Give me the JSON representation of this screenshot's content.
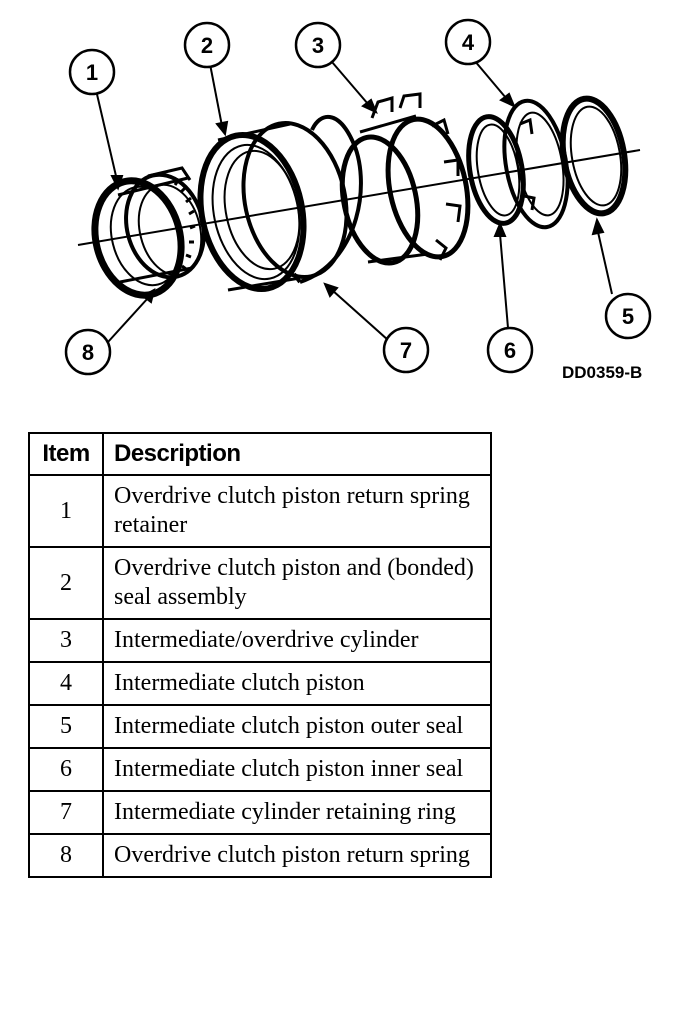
{
  "figure": {
    "code": "DD0359-B",
    "callouts": [
      "1",
      "2",
      "3",
      "4",
      "5",
      "6",
      "7",
      "8"
    ]
  },
  "table": {
    "headers": {
      "item": "Item",
      "description": "Description"
    },
    "rows": [
      {
        "item": "1",
        "description": "Overdrive clutch piston return spring retainer"
      },
      {
        "item": "2",
        "description": "Overdrive clutch piston and (bonded) seal assembly"
      },
      {
        "item": "3",
        "description": "Intermediate/overdrive cylinder"
      },
      {
        "item": "4",
        "description": "Intermediate clutch piston"
      },
      {
        "item": "5",
        "description": "Intermediate clutch piston outer seal"
      },
      {
        "item": "6",
        "description": "Intermediate clutch piston inner seal"
      },
      {
        "item": "7",
        "description": "Intermediate cylinder retaining ring"
      },
      {
        "item": "8",
        "description": "Overdrive clutch piston return spring"
      }
    ]
  }
}
